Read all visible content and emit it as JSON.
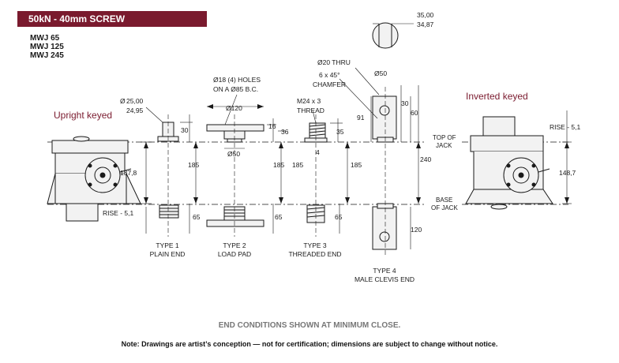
{
  "header": {
    "title": "50kN - 40mm SCREW",
    "models": [
      "MWJ 65",
      "MWJ 125",
      "MWJ 245"
    ]
  },
  "labels": {
    "upright": "Upright keyed",
    "inverted": "Inverted keyed",
    "top_of_jack": [
      "TOP OF",
      "JACK"
    ],
    "base_of_jack": [
      "BASE",
      "OF JACK"
    ]
  },
  "dimensions": {
    "d_25": "25,00",
    "d_2495": "24,95",
    "d_30a": "30",
    "d_1378": "137,8",
    "rise_left": "RISE - 5,1",
    "d_185a": "185",
    "d_65a": "65",
    "holes_1": "Ø18 (4) HOLES",
    "holes_2": "ON A  Ø85 B.C.",
    "d_120": "Ø120",
    "d_16": "16",
    "d_36": "36",
    "d_50a": "Ø50",
    "d_185b": "185",
    "d_65b": "65",
    "thread_1": "M24 x 3",
    "thread_2": "THREAD",
    "d_35": "35",
    "d_4": "4",
    "d_185c": "185",
    "d_65c": "65",
    "d_20thru": "Ø20 THRU",
    "chamfer_1": "6 x 45°",
    "chamfer_2": "CHAMFER",
    "d_50b": "Ø50",
    "d_30b": "30",
    "d_60": "60",
    "d_91": "91",
    "d_185d": "185",
    "d_240": "240",
    "d_120v": "120",
    "d_3500": "35,00",
    "d_3487": "34,87",
    "rise_right": "RISE - 5,1",
    "d_1487": "148,7"
  },
  "types": [
    {
      "line1": "TYPE 1",
      "line2": "PLAIN END"
    },
    {
      "line1": "TYPE 2",
      "line2": "LOAD PAD"
    },
    {
      "line1": "TYPE 3",
      "line2": "THREADED END"
    },
    {
      "line1": "TYPE 4",
      "line2": "MALE CLEVIS END"
    }
  ],
  "footer": {
    "main": "END CONDITIONS SHOWN AT MINIMUM CLOSE.",
    "note": "Note: Drawings are artist’s conception — not for certification; dimensions are subject to change without notice."
  },
  "colors": {
    "accent": "#7a1a2e",
    "line": "#1a1a1a",
    "fill": "#f2f2f2"
  }
}
